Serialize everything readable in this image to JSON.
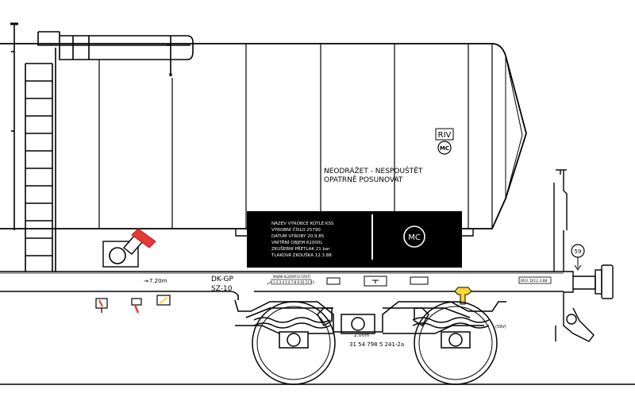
{
  "tank": {
    "warning_line1": "NEODRÁŽET - NESPOUŠTĚT",
    "warning_line2": "OPATRNĚ POSUNOVAT",
    "riv_mark": "RIV",
    "mc_mark": "MC"
  },
  "plate": {
    "lines": [
      "NÁZEV VÝROBCE KOTLE KSS",
      "VÝROBNÍ ČÍSLO 25790",
      "DATUM VÝROBY 20.9.85",
      "VNITŘNÍ OBJEM 61000L",
      "ZKUŠEBNÍ PŘETLAK 21 bar",
      "TLAKOVÁ ZKOUŠKA 12.3.88"
    ],
    "mc_mark": "MC"
  },
  "frame": {
    "length_mark": "7.20m",
    "dk_gp": "DK-GP",
    "sz": "SZ-10",
    "clearance_label": "MAJÁK KLIZNÝCH ČÁSTÍ",
    "clearance_scale": "1 2 3 4 5 6 7 8 9 10 11 12",
    "bogie_distance": "2.00m",
    "wagon_number": "31 54 798 5 241-2a",
    "revision_mark": "REV. D/12.3.88",
    "axle_mark": "(59V)",
    "buffer_mark": "59"
  }
}
